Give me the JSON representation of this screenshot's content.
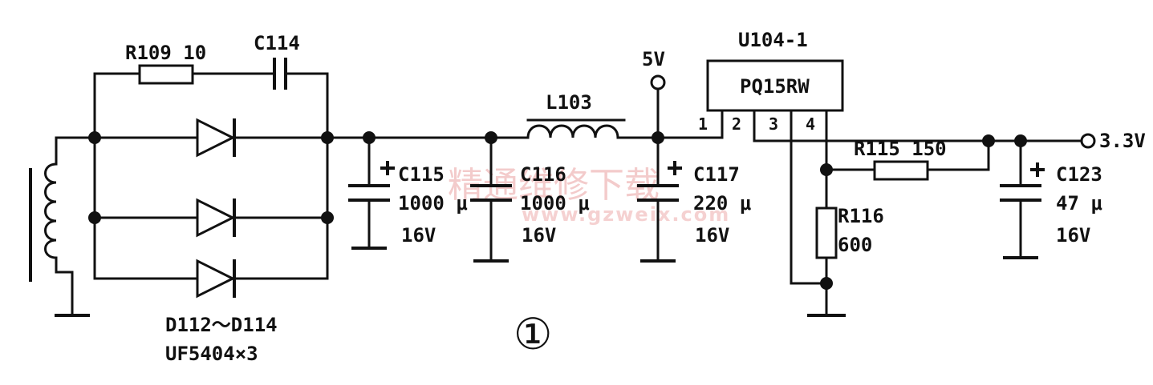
{
  "watermark": {
    "text": "精通维修下载",
    "url": "www.gzweix.com"
  },
  "figure_mark": "①",
  "labels": {
    "r109": "R109  10",
    "c114": "C114",
    "d112_114": "D112～D114",
    "uf5404": "UF5404×3",
    "c115_name": "C115",
    "c115_value": "1000 μ",
    "c115_voltage": "16V",
    "l103": "L103",
    "c116_name": "C116",
    "c116_value": "1000 μ",
    "c116_voltage": "16V",
    "v5": "5V",
    "c117_name": "C117",
    "c117_value": "220 μ",
    "c117_voltage": "16V",
    "u104_name": "U104-1",
    "u104_part": "PQ15RW",
    "pin1": "1",
    "pin2": "2",
    "pin3": "3",
    "pin4": "4",
    "r115": "R115  150",
    "r116_name": "R116",
    "r116_value": "600",
    "c123_name": "C123",
    "c123_value": "47 μ",
    "c123_voltage": "16V",
    "v33": "3.3V"
  }
}
